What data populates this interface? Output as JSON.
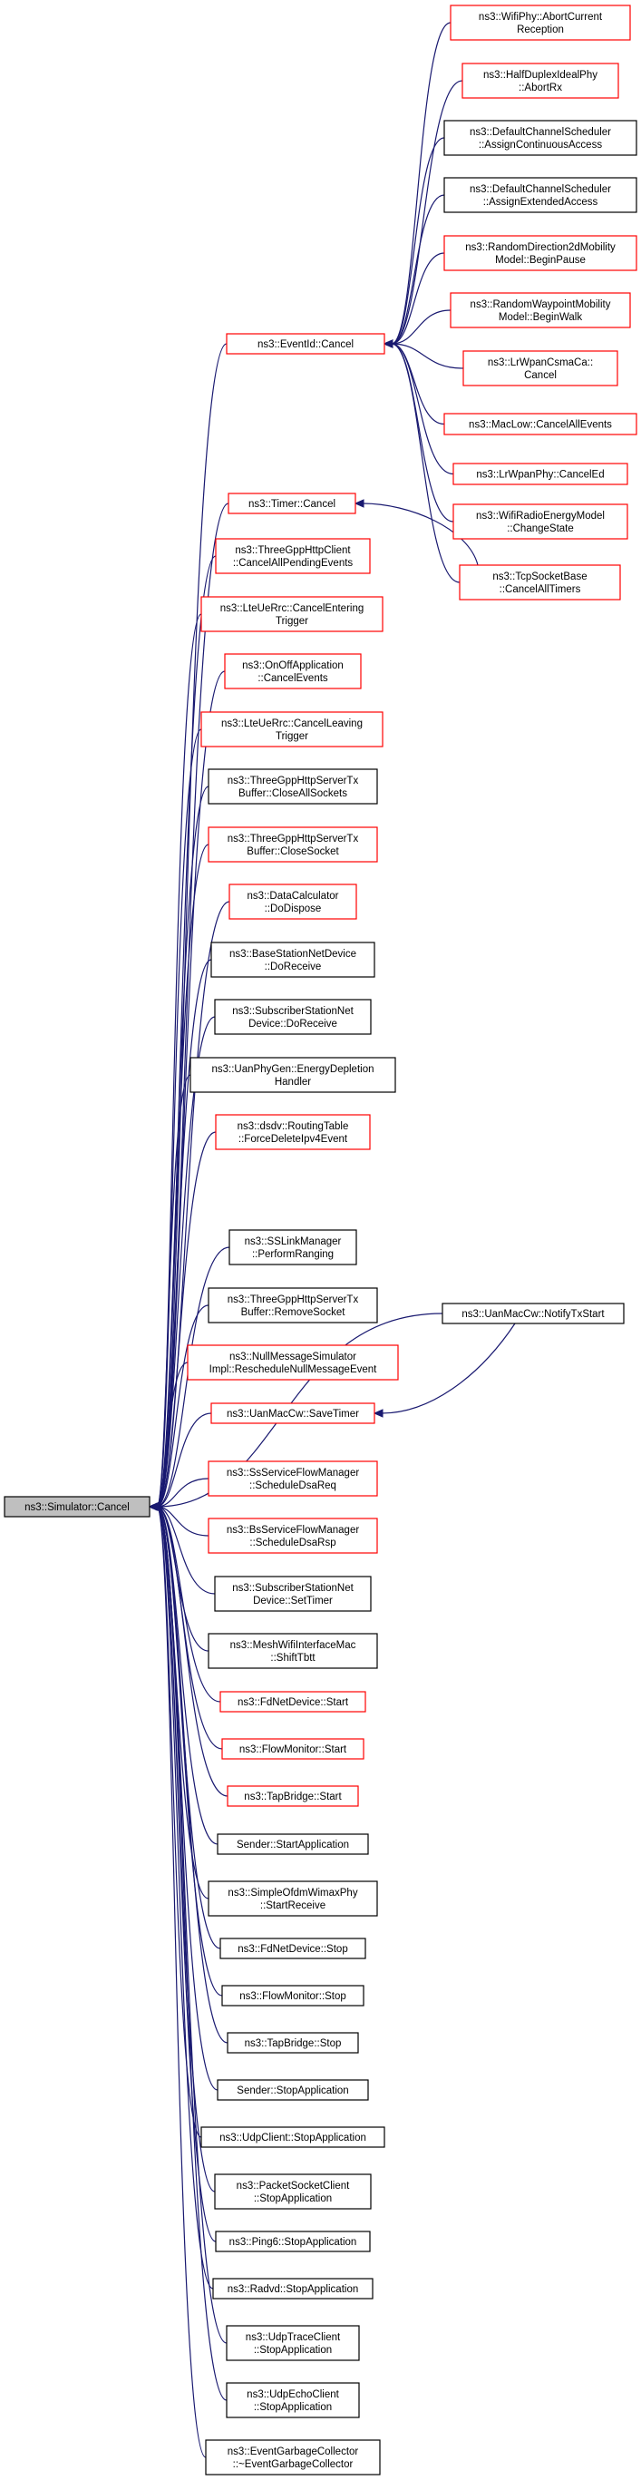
{
  "colors": {
    "edge": "#191970",
    "box_link": "#ff0000",
    "box_plain": "#000000",
    "root_fill": "#bfbfbf"
  },
  "root": {
    "id": "root",
    "lines": [
      "ns3::Simulator::Cancel"
    ]
  },
  "nodes": [
    {
      "id": "n1",
      "lines": [
        "ns3::WifiPhy::AbortCurrent",
        "Reception"
      ],
      "border": "red"
    },
    {
      "id": "n2",
      "lines": [
        "ns3::HalfDuplexIdealPhy",
        "::AbortRx"
      ],
      "border": "red"
    },
    {
      "id": "n3",
      "lines": [
        "ns3::DefaultChannelScheduler",
        "::AssignContinuousAccess"
      ],
      "border": "black"
    },
    {
      "id": "n4",
      "lines": [
        "ns3::DefaultChannelScheduler",
        "::AssignExtendedAccess"
      ],
      "border": "black"
    },
    {
      "id": "n5",
      "lines": [
        "ns3::RandomDirection2dMobility",
        "Model::BeginPause"
      ],
      "border": "red"
    },
    {
      "id": "n6",
      "lines": [
        "ns3::RandomWaypointMobility",
        "Model::BeginWalk"
      ],
      "border": "red"
    },
    {
      "id": "n7",
      "lines": [
        "ns3::LrWpanCsmaCa::",
        "Cancel"
      ],
      "border": "red"
    },
    {
      "id": "n8",
      "lines": [
        "ns3::MacLow::CancelAllEvents"
      ],
      "border": "red"
    },
    {
      "id": "n9",
      "lines": [
        "ns3::LrWpanPhy::CancelEd"
      ],
      "border": "red"
    },
    {
      "id": "n10",
      "lines": [
        "ns3::WifiRadioEnergyModel",
        "::ChangeState"
      ],
      "border": "red"
    },
    {
      "id": "n11",
      "lines": [
        "ns3::TcpSocketBase",
        "::CancelAllTimers"
      ],
      "border": "red"
    },
    {
      "id": "eventid",
      "lines": [
        "ns3::EventId::Cancel"
      ],
      "border": "red"
    },
    {
      "id": "timer",
      "lines": [
        "ns3::Timer::Cancel"
      ],
      "border": "red"
    },
    {
      "id": "m1",
      "lines": [
        "ns3::ThreeGppHttpClient",
        "::CancelAllPendingEvents"
      ],
      "border": "red"
    },
    {
      "id": "m2",
      "lines": [
        "ns3::LteUeRrc::CancelEntering",
        "Trigger"
      ],
      "border": "red"
    },
    {
      "id": "m3",
      "lines": [
        "ns3::OnOffApplication",
        "::CancelEvents"
      ],
      "border": "red"
    },
    {
      "id": "m4",
      "lines": [
        "ns3::LteUeRrc::CancelLeaving",
        "Trigger"
      ],
      "border": "red"
    },
    {
      "id": "m5",
      "lines": [
        "ns3::ThreeGppHttpServerTx",
        "Buffer::CloseAllSockets"
      ],
      "border": "black"
    },
    {
      "id": "m6",
      "lines": [
        "ns3::ThreeGppHttpServerTx",
        "Buffer::CloseSocket"
      ],
      "border": "red"
    },
    {
      "id": "m7",
      "lines": [
        "ns3::DataCalculator",
        "::DoDispose"
      ],
      "border": "red"
    },
    {
      "id": "m8",
      "lines": [
        "ns3::BaseStationNetDevice",
        "::DoReceive"
      ],
      "border": "black"
    },
    {
      "id": "m9",
      "lines": [
        "ns3::SubscriberStationNet",
        "Device::DoReceive"
      ],
      "border": "black"
    },
    {
      "id": "m10",
      "lines": [
        "ns3::UanPhyGen::EnergyDepletion",
        "Handler"
      ],
      "border": "black"
    },
    {
      "id": "m11",
      "lines": [
        "ns3::dsdv::RoutingTable",
        "::ForceDeleteIpv4Event"
      ],
      "border": "red"
    },
    {
      "id": "m12",
      "lines": [
        "ns3::SSLinkManager",
        "::PerformRanging"
      ],
      "border": "black"
    },
    {
      "id": "m13",
      "lines": [
        "ns3::ThreeGppHttpServerTx",
        "Buffer::RemoveSocket"
      ],
      "border": "black"
    },
    {
      "id": "m14",
      "lines": [
        "ns3::NullMessageSimulator",
        "Impl::RescheduleNullMessageEvent"
      ],
      "border": "red"
    },
    {
      "id": "m15",
      "lines": [
        "ns3::UanMacCw::SaveTimer"
      ],
      "border": "red"
    },
    {
      "id": "notify",
      "lines": [
        "ns3::UanMacCw::NotifyTxStart"
      ],
      "border": "black"
    },
    {
      "id": "m16",
      "lines": [
        "ns3::SsServiceFlowManager",
        "::ScheduleDsaReq"
      ],
      "border": "red"
    },
    {
      "id": "m17",
      "lines": [
        "ns3::BsServiceFlowManager",
        "::ScheduleDsaRsp"
      ],
      "border": "red"
    },
    {
      "id": "m18",
      "lines": [
        "ns3::SubscriberStationNet",
        "Device::SetTimer"
      ],
      "border": "black"
    },
    {
      "id": "m19",
      "lines": [
        "ns3::MeshWifiInterfaceMac",
        "::ShiftTbtt"
      ],
      "border": "black"
    },
    {
      "id": "m20",
      "lines": [
        "ns3::FdNetDevice::Start"
      ],
      "border": "red"
    },
    {
      "id": "m21",
      "lines": [
        "ns3::FlowMonitor::Start"
      ],
      "border": "red"
    },
    {
      "id": "m22",
      "lines": [
        "ns3::TapBridge::Start"
      ],
      "border": "red"
    },
    {
      "id": "m23",
      "lines": [
        "Sender::StartApplication"
      ],
      "border": "black"
    },
    {
      "id": "m24",
      "lines": [
        "ns3::SimpleOfdmWimaxPhy",
        "::StartReceive"
      ],
      "border": "black"
    },
    {
      "id": "m25",
      "lines": [
        "ns3::FdNetDevice::Stop"
      ],
      "border": "black"
    },
    {
      "id": "m26",
      "lines": [
        "ns3::FlowMonitor::Stop"
      ],
      "border": "black"
    },
    {
      "id": "m27",
      "lines": [
        "ns3::TapBridge::Stop"
      ],
      "border": "black"
    },
    {
      "id": "m28",
      "lines": [
        "Sender::StopApplication"
      ],
      "border": "black"
    },
    {
      "id": "m29",
      "lines": [
        "ns3::UdpClient::StopApplication"
      ],
      "border": "black"
    },
    {
      "id": "m30",
      "lines": [
        "ns3::PacketSocketClient",
        "::StopApplication"
      ],
      "border": "black"
    },
    {
      "id": "m31",
      "lines": [
        "ns3::Ping6::StopApplication"
      ],
      "border": "black"
    },
    {
      "id": "m32",
      "lines": [
        "ns3::Radvd::StopApplication"
      ],
      "border": "black"
    },
    {
      "id": "m33",
      "lines": [
        "ns3::UdpTraceClient",
        "::StopApplication"
      ],
      "border": "black"
    },
    {
      "id": "m34",
      "lines": [
        "ns3::UdpEchoClient",
        "::StopApplication"
      ],
      "border": "black"
    },
    {
      "id": "m35",
      "lines": [
        "ns3::EventGarbageCollector",
        "::~EventGarbageCollector"
      ],
      "border": "black"
    }
  ],
  "edges": [
    [
      "eventid",
      "n1"
    ],
    [
      "eventid",
      "n2"
    ],
    [
      "eventid",
      "n3"
    ],
    [
      "eventid",
      "n4"
    ],
    [
      "eventid",
      "n5"
    ],
    [
      "eventid",
      "n6"
    ],
    [
      "eventid",
      "n7"
    ],
    [
      "eventid",
      "n8"
    ],
    [
      "eventid",
      "n9"
    ],
    [
      "eventid",
      "n10"
    ],
    [
      "eventid",
      "n11"
    ],
    [
      "timer",
      "n11"
    ],
    [
      "root",
      "eventid"
    ],
    [
      "root",
      "timer"
    ],
    [
      "root",
      "m1"
    ],
    [
      "root",
      "m2"
    ],
    [
      "root",
      "m3"
    ],
    [
      "root",
      "m4"
    ],
    [
      "root",
      "m5"
    ],
    [
      "root",
      "m6"
    ],
    [
      "root",
      "m7"
    ],
    [
      "root",
      "m8"
    ],
    [
      "root",
      "m9"
    ],
    [
      "root",
      "m10"
    ],
    [
      "root",
      "m11"
    ],
    [
      "root",
      "m12"
    ],
    [
      "root",
      "m13"
    ],
    [
      "root",
      "m14"
    ],
    [
      "root",
      "m15"
    ],
    [
      "root",
      "notify"
    ],
    [
      "m15",
      "notify"
    ],
    [
      "root",
      "m16"
    ],
    [
      "root",
      "m17"
    ],
    [
      "root",
      "m18"
    ],
    [
      "root",
      "m19"
    ],
    [
      "root",
      "m20"
    ],
    [
      "root",
      "m21"
    ],
    [
      "root",
      "m22"
    ],
    [
      "root",
      "m23"
    ],
    [
      "root",
      "m24"
    ],
    [
      "root",
      "m25"
    ],
    [
      "root",
      "m26"
    ],
    [
      "root",
      "m27"
    ],
    [
      "root",
      "m28"
    ],
    [
      "root",
      "m29"
    ],
    [
      "root",
      "m30"
    ],
    [
      "root",
      "m31"
    ],
    [
      "root",
      "m32"
    ],
    [
      "root",
      "m33"
    ],
    [
      "root",
      "m34"
    ],
    [
      "root",
      "m35"
    ]
  ]
}
